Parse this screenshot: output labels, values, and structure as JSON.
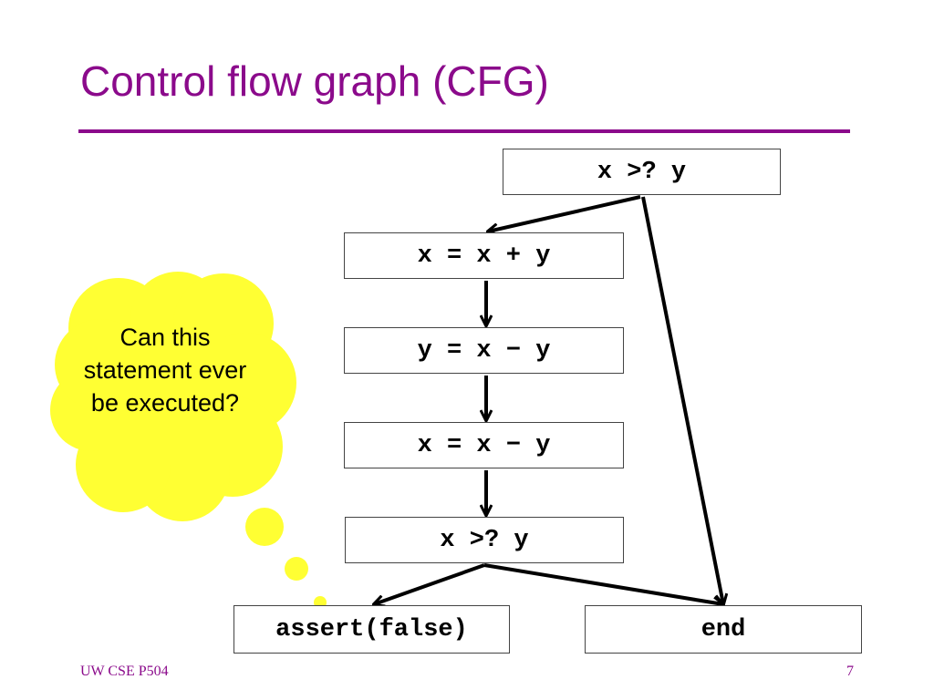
{
  "slide": {
    "title": "Control flow graph (CFG)",
    "footer_left": "UW CSE P504",
    "page_number": "7",
    "accent_color": "#8b0a8b"
  },
  "cfg": {
    "nodes": {
      "top_condition": "x >? y",
      "add": "x = x + y",
      "sub_y": "y = x − y",
      "sub_x": "x = x − y",
      "second_condition": "x >? y",
      "assert": "assert(false)",
      "end": "end"
    }
  },
  "callout": {
    "text": "Can this statement ever be executed?",
    "color": "#ffff33"
  }
}
